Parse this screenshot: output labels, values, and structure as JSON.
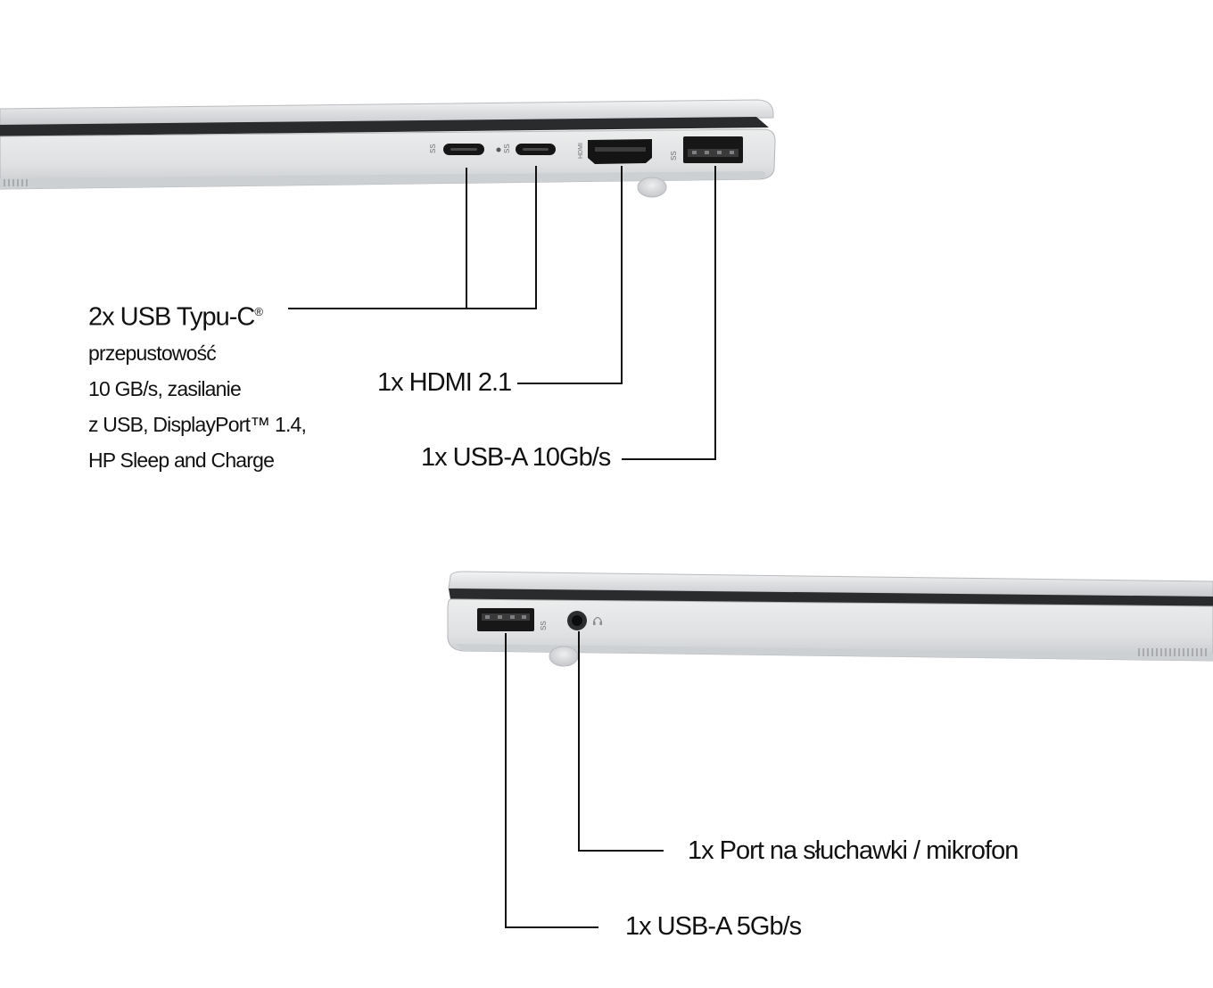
{
  "callouts": {
    "usbc": {
      "title": "2x USB Typu-C",
      "title_mark": "®",
      "desc_lines": [
        "przepustowość",
        "10 GB/s, zasilanie",
        "z USB, DisplayPort™ 1.4,",
        "HP Sleep and Charge"
      ]
    },
    "hdmi": {
      "label": "1x HDMI 2.1"
    },
    "usba_right": {
      "label": "1x USB-A 10Gb/s"
    },
    "audio": {
      "label": "1x Port na słuchawki / mikrofon"
    },
    "usba_left": {
      "label": "1x USB-A 5Gb/s"
    }
  },
  "port_markings": {
    "hdmi": "HDMI",
    "ss": "SS"
  },
  "colors": {
    "chassis_light": "#e9eaec",
    "chassis_mid": "#d4d6d9",
    "chassis_dark": "#9a9da2",
    "port": "#1a1a1a",
    "line": "#111111",
    "text": "#111111"
  }
}
